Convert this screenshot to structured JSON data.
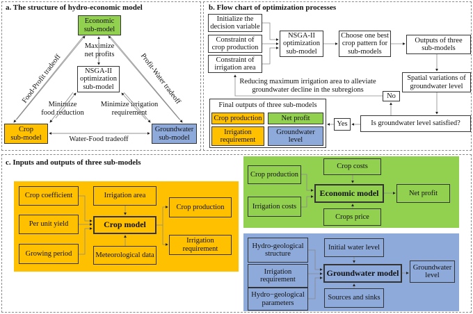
{
  "colors": {
    "economic": "#92d050",
    "crop": "#ffc000",
    "groundwater": "#8eaadb"
  },
  "panel_a": {
    "title": "a. The structure of hydro-economic model",
    "economic": "Economic\nsub-model",
    "nsga": "NSGA-II\noptimization\nsub-model",
    "crop": "Crop\nsub-model",
    "groundwater": "Groundwater\nsub-model",
    "max_profit": "Maximize\nnet profits",
    "min_food": "Minimize\nfood reduction",
    "min_irr": "Minimize irrigation\nrequirement",
    "food_profit": "Food-Profit tradeoff",
    "profit_water": "Profit-Water tradeoff",
    "water_food": "Water-Food tradeoff"
  },
  "panel_b": {
    "title": "b. Flow chart of optimization processes",
    "init": "Initialize the\ndecision variable",
    "c_crop": "Constraint of\ncrop production",
    "c_irr": "Constraint of\nirrigation area",
    "nsga": "NSGA-II\noptimization\nsub-model",
    "choose": "Choose one best\ncrop pattern for\nsub-models",
    "outputs": "Outputs of three\nsub-models",
    "spatial": "Spatial variations of\ngroundwater level",
    "question": "Is groundwater level satisfied?",
    "no": "No",
    "yes": "Yes",
    "reduce": "Reducing maximum irrigation area to alleviate\ngroundwater decline in the subregions",
    "final_title": "Final outputs of three sub-models",
    "f_crop": "Crop production",
    "f_profit": "Net profit",
    "f_irr": "Irrigation\nrequirement",
    "f_gw": "Groundwater\nlevel"
  },
  "panel_c": {
    "title": "c. Inputs and outputs of three sub-models",
    "crop": {
      "coef": "Crop coefficient",
      "yield": "Per unit yield",
      "period": "Growing period",
      "area": "Irrigation area",
      "model": "Crop model",
      "met": "Meteorological data",
      "out_prod": "Crop production",
      "out_irr": "Irrigation\nrequirement"
    },
    "econ": {
      "prod": "Crop production",
      "irr": "Irrigation costs",
      "costs": "Crop costs",
      "model": "Economic model",
      "profit": "Net profit",
      "price": "Crops price"
    },
    "gw": {
      "struct": "Hydro-geological\nstructure",
      "irr": "Irrigation\nrequirement",
      "params": "Hydro−geological\nparameters",
      "init": "Initial water level",
      "model": "Groundwater model",
      "level": "Groundwater\nlevel",
      "sources": "Sources and sinks"
    }
  }
}
